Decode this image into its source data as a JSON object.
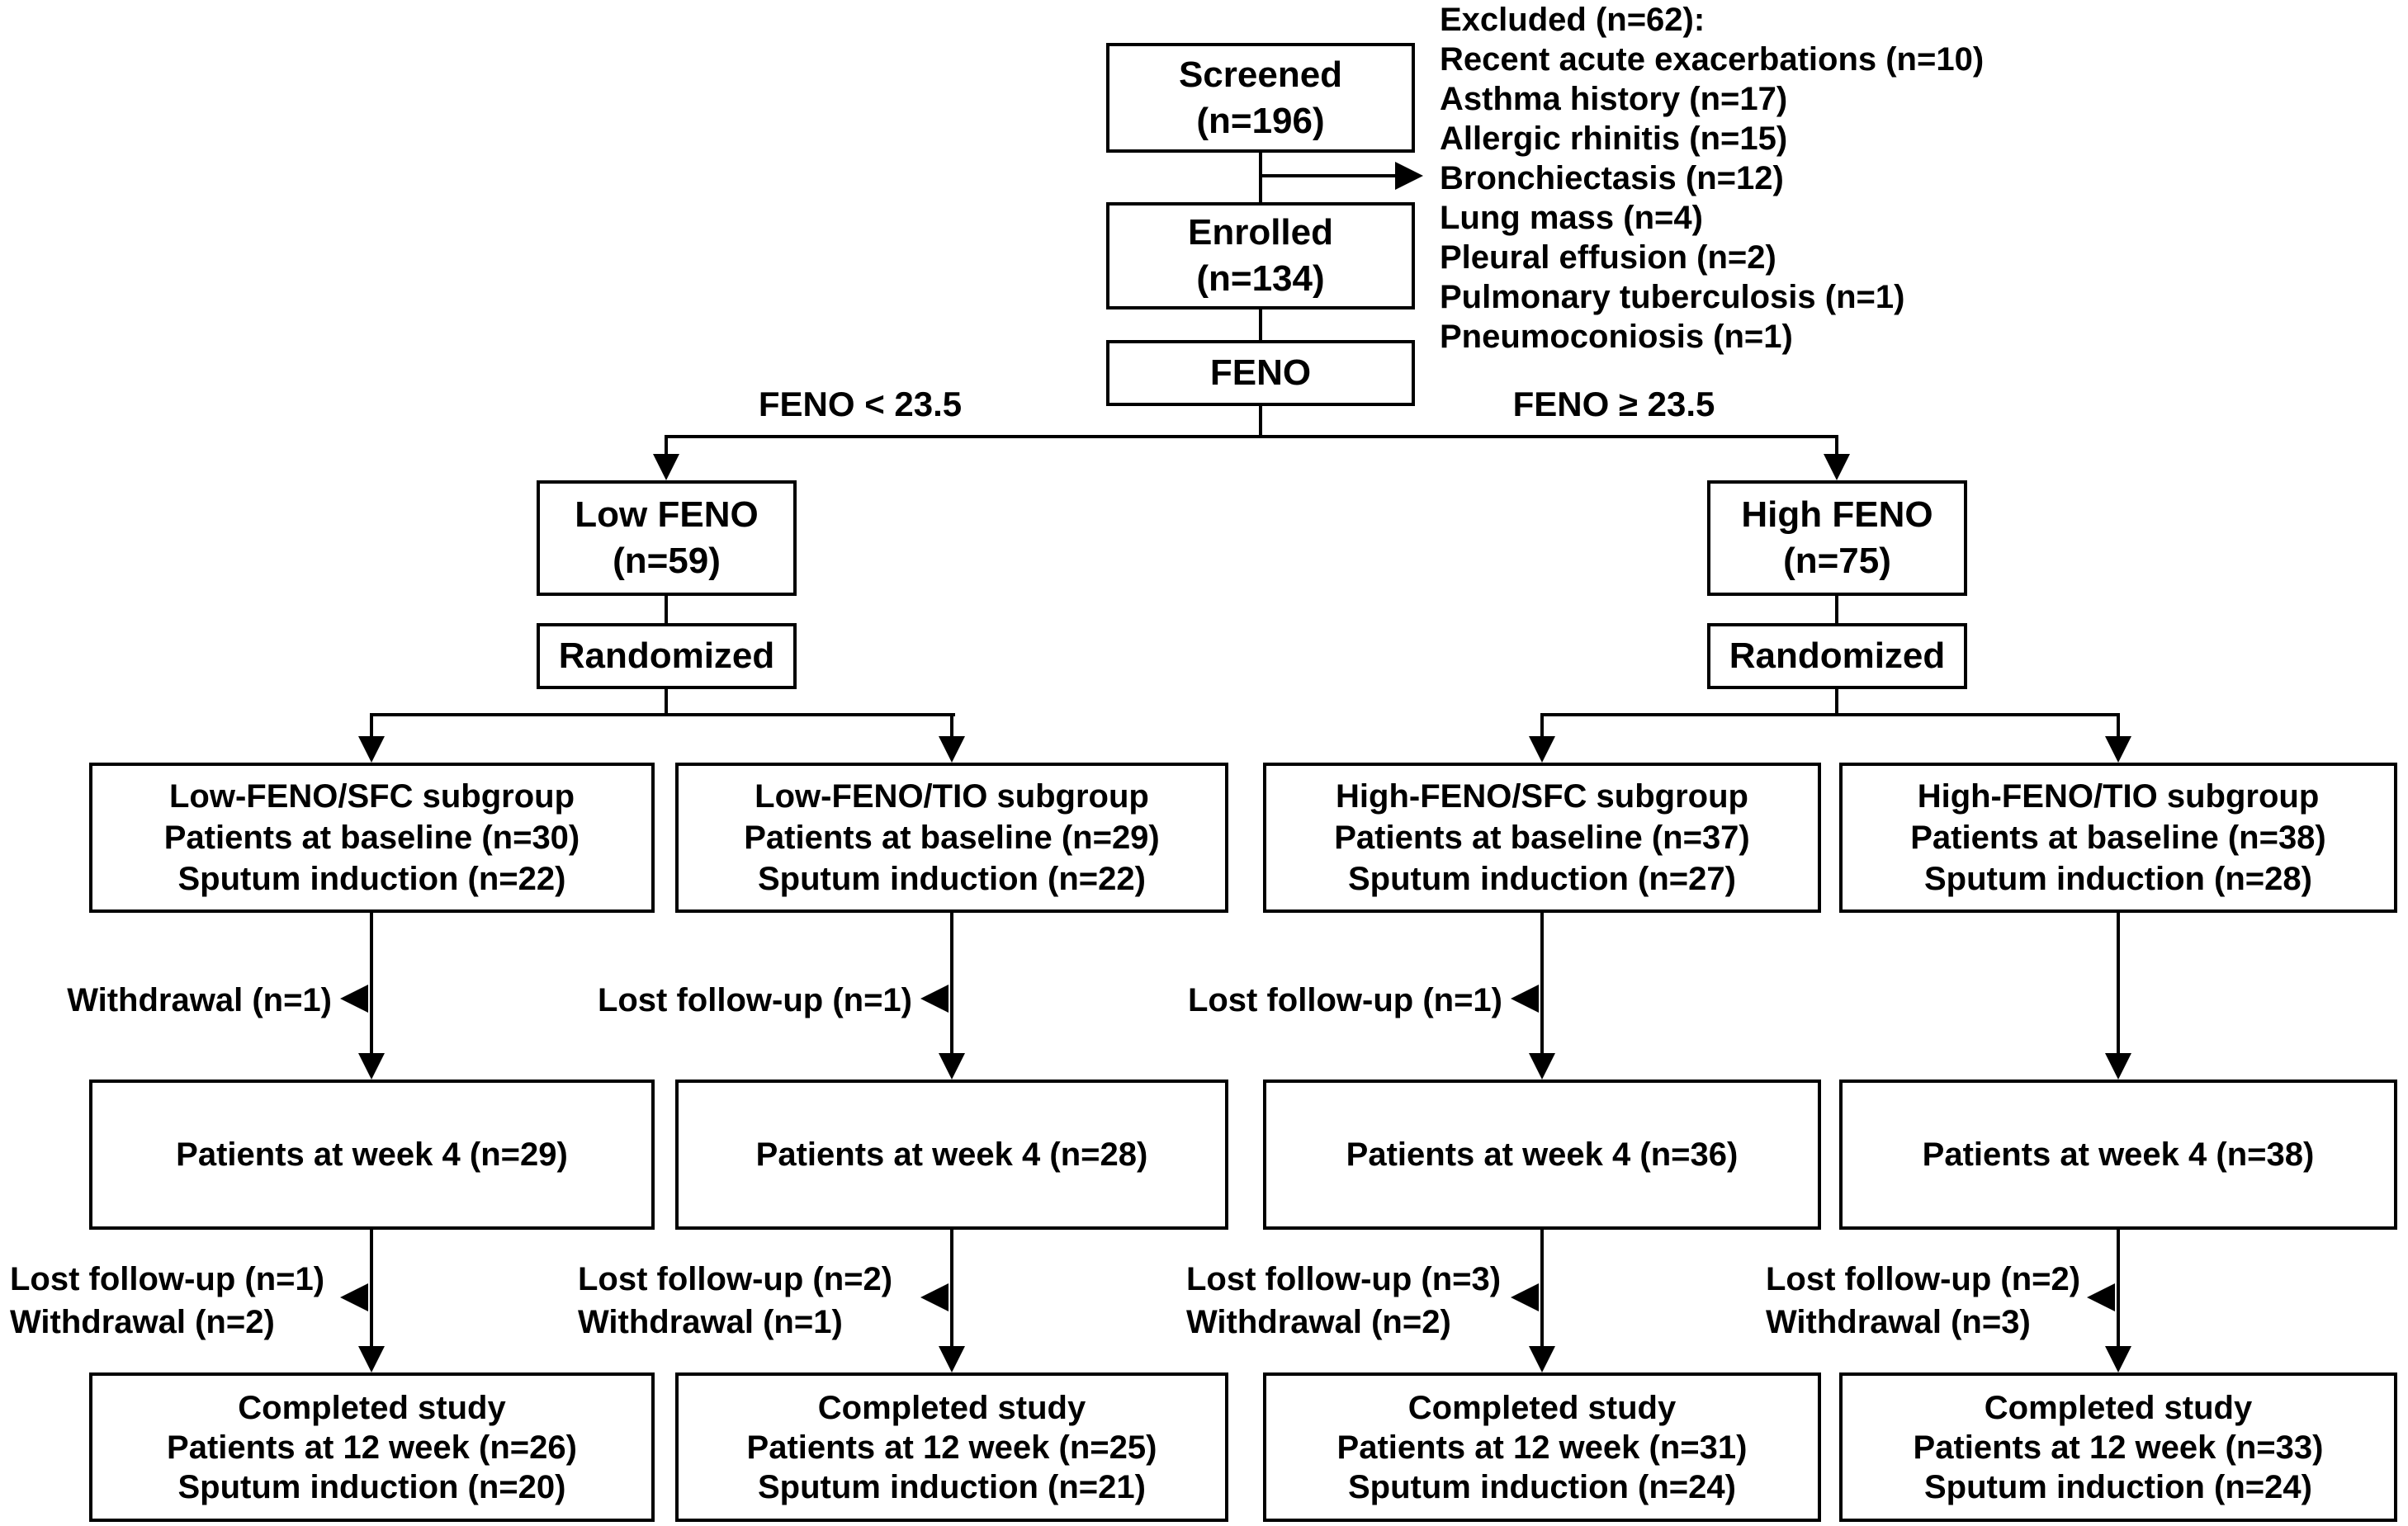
{
  "colors": {
    "ink": "#000000",
    "paper": "#ffffff"
  },
  "flow": {
    "screened": {
      "l1": "Screened",
      "l2": "(n=196)"
    },
    "excluded": {
      "title": "Excluded (n=62):",
      "items": [
        "Recent acute exacerbations (n=10)",
        "Asthma history (n=17)",
        "Allergic rhinitis (n=15)",
        "Bronchiectasis (n=12)",
        "Lung mass (n=4)",
        "Pleural effusion (n=2)",
        "Pulmonary tuberculosis (n=1)",
        "Pneumoconiosis (n=1)"
      ]
    },
    "enrolled": {
      "l1": "Enrolled",
      "l2": "(n=134)"
    },
    "feno_test": "FENO",
    "split": {
      "low_label": "FENO < 23.5",
      "high_label": "FENO ≥ 23.5"
    },
    "low_feno": {
      "l1": "Low FENO",
      "l2": "(n=59)"
    },
    "high_feno": {
      "l1": "High FENO",
      "l2": "(n=75)"
    },
    "randomized_low": "Randomized",
    "randomized_high": "Randomized",
    "columns": [
      {
        "title": "Low-FENO/SFC subgroup",
        "baseline": "Patients at baseline (n=30)",
        "sputum": "Sputum induction (n=22)",
        "drop1": "Withdrawal (n=1)",
        "week4": "Patients at week 4 (n=29)",
        "drop2a": "Lost follow-up (n=1)",
        "drop2b": "Withdrawal (n=2)",
        "done1": "Completed study",
        "done2": "Patients at 12 week (n=26)",
        "done3": "Sputum induction (n=20)"
      },
      {
        "title": "Low-FENO/TIO subgroup",
        "baseline": "Patients at baseline (n=29)",
        "sputum": "Sputum induction (n=22)",
        "drop1": "Lost follow-up (n=1)",
        "week4": "Patients at week 4 (n=28)",
        "drop2a": "Lost follow-up (n=2)",
        "drop2b": "Withdrawal (n=1)",
        "done1": "Completed study",
        "done2": "Patients at 12 week (n=25)",
        "done3": "Sputum induction (n=21)"
      },
      {
        "title": "High-FENO/SFC subgroup",
        "baseline": "Patients at baseline (n=37)",
        "sputum": "Sputum induction (n=27)",
        "drop1": "Lost follow-up (n=1)",
        "week4": "Patients at week 4 (n=36)",
        "drop2a": "Lost follow-up (n=3)",
        "drop2b": "Withdrawal (n=2)",
        "done1": "Completed study",
        "done2": "Patients at 12 week (n=31)",
        "done3": "Sputum induction (n=24)"
      },
      {
        "title": "High-FENO/TIO subgroup",
        "baseline": "Patients at baseline (n=38)",
        "sputum": "Sputum induction (n=28)",
        "drop1": "",
        "week4": "Patients at week 4 (n=38)",
        "drop2a": "Lost follow-up (n=2)",
        "drop2b": "Withdrawal (n=3)",
        "done1": "Completed study",
        "done2": "Patients at 12 week (n=33)",
        "done3": "Sputum induction (n=24)"
      }
    ]
  }
}
